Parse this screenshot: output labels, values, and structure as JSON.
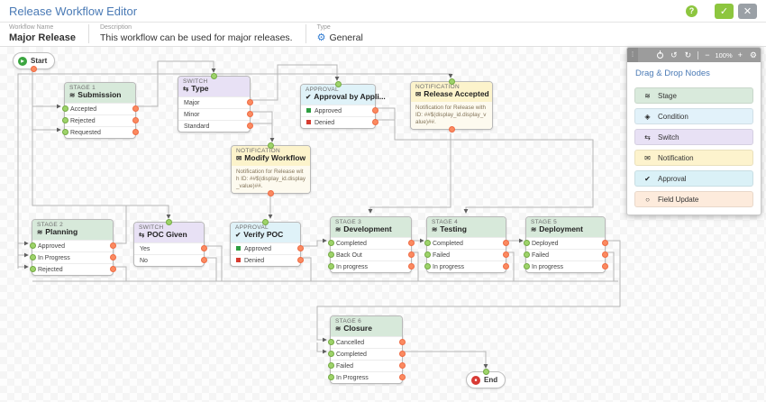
{
  "header": {
    "title": "Release Workflow Editor",
    "help_label": "?",
    "save_label": "✓",
    "close_label": "✕"
  },
  "meta": {
    "workflow_name_label": "Workflow Name",
    "workflow_name": "Major Release",
    "description_label": "Description",
    "description": "This workflow can be used for major releases.",
    "type_label": "Type",
    "type_value": "General"
  },
  "toolbar": {
    "zoom_level": "100%",
    "icons": {
      "grip": "⁞",
      "undo": "↺",
      "redo": "↻",
      "zoom_out": "−",
      "zoom_in": "+",
      "settings": "⚙"
    }
  },
  "palette": {
    "title": "Drag & Drop Nodes",
    "items": [
      {
        "label": "Stage",
        "glyph": "≋",
        "bg": "#d9eadc"
      },
      {
        "label": "Condition",
        "glyph": "◈",
        "bg": "#e2f2fa"
      },
      {
        "label": "Switch",
        "glyph": "⇆",
        "bg": "#e8e1f5"
      },
      {
        "label": "Notification",
        "glyph": "✉",
        "bg": "#fdf3cd"
      },
      {
        "label": "Approval",
        "glyph": "✔",
        "bg": "#daf1f7"
      },
      {
        "label": "Field Update",
        "glyph": "○",
        "bg": "#fdebdc"
      }
    ]
  },
  "icons": {
    "type_gear": "⚙",
    "stage": "≋",
    "switch": "⇆",
    "approval": "✔",
    "notification": "✉",
    "start": "▶",
    "end": "■"
  },
  "colors": {
    "accent_blue": "#4a7ab5",
    "save_green": "#8dc63f",
    "close_gray": "#9aa0a6",
    "stage_header": "#d7e9da",
    "switch_header": "#e8e1f5",
    "approval_header": "#dff2f8",
    "notification_header": "#fcf3cb",
    "input_port_green": "#9ed36a",
    "output_port_orange": "#fb8a60",
    "approved_square": "#2d9e41",
    "denied_square": "#d63b30",
    "start_green": "#3aa53f",
    "end_red": "#d83a34"
  },
  "canvas": {
    "start_label": "Start",
    "end_label": "End",
    "nodes": {
      "stage1": {
        "kicker": "Stage 1",
        "title": "Submission",
        "rows": [
          "Accepted",
          "Rejected",
          "Requested"
        ]
      },
      "switchType": {
        "kicker": "Switch",
        "title": "Type",
        "rows": [
          "Major",
          "Minor",
          "Standard"
        ]
      },
      "approvalAppli": {
        "kicker": "Approval",
        "title": "Approval by Appli...",
        "rows": [
          "Approved",
          "Denied"
        ]
      },
      "notifRelease": {
        "kicker": "Notification",
        "title": "Release Accepted",
        "body": "Notification for Release with ID: ##$(display_id.display_value)##."
      },
      "notifModify": {
        "kicker": "Notification",
        "title": "Modify Workflow",
        "body": "Notification for Release with ID: ##$(display_id.display_value)##."
      },
      "stage2": {
        "kicker": "Stage 2",
        "title": "Planning",
        "rows": [
          "Approved",
          "In Progress",
          "Rejected"
        ]
      },
      "switchPoc": {
        "kicker": "Switch",
        "title": "POC Given",
        "rows": [
          "Yes",
          "No"
        ]
      },
      "approvalVerify": {
        "kicker": "Approval",
        "title": "Verify POC",
        "rows": [
          "Approved",
          "Denied"
        ]
      },
      "stage3": {
        "kicker": "Stage 3",
        "title": "Development",
        "rows": [
          "Completed",
          "Back Out",
          "In progress"
        ]
      },
      "stage4": {
        "kicker": "Stage 4",
        "title": "Testing",
        "rows": [
          "Completed",
          "Failed",
          "In progress"
        ]
      },
      "stage5": {
        "kicker": "Stage 5",
        "title": "Deployment",
        "rows": [
          "Deployed",
          "Failed",
          "In progress"
        ]
      },
      "stage6": {
        "kicker": "Stage 6",
        "title": "Closure",
        "rows": [
          "Cancelled",
          "Completed",
          "Failed",
          "In Progress"
        ]
      }
    }
  }
}
